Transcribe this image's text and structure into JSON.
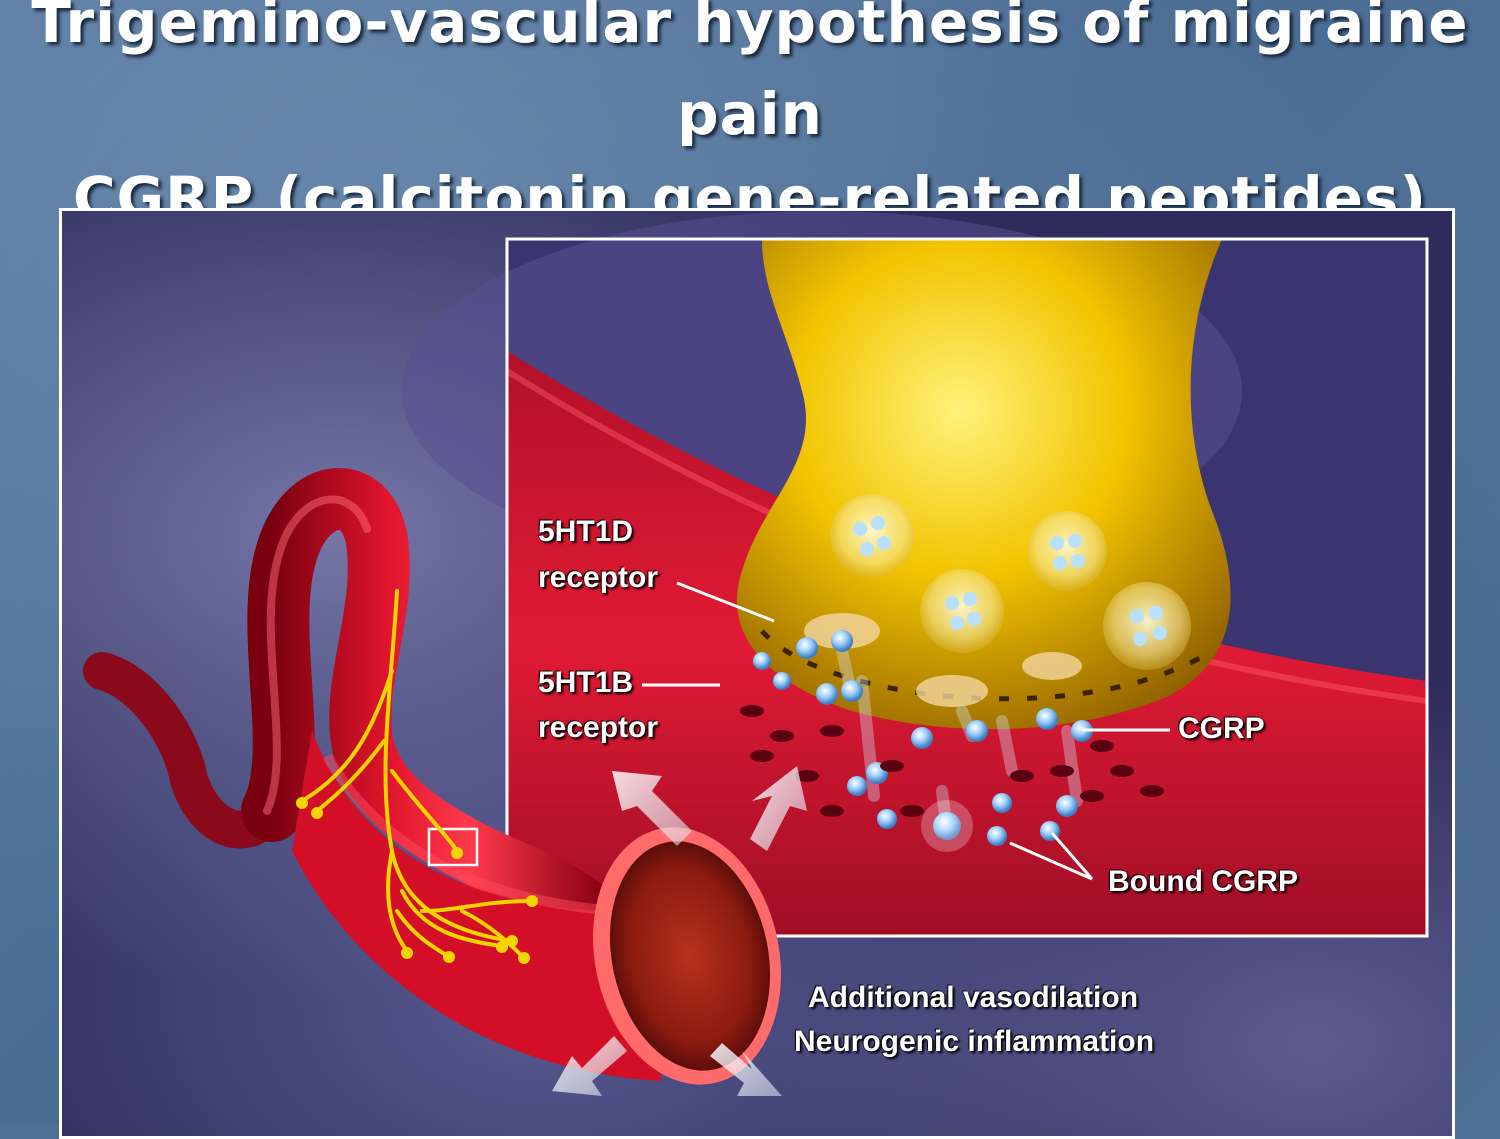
{
  "slide": {
    "title_line_1": "Trigemino-vascular hypothesis of migraine",
    "title_line_2": "pain",
    "title_line_3": "CGRP (calcitonin gene-related peptides)"
  },
  "figure": {
    "labels": {
      "receptor_5ht1d_name": "5HT1D",
      "receptor_5ht1d_word": "receptor",
      "receptor_5ht1b_name": "5HT1B",
      "receptor_5ht1b_word": "receptor",
      "cgrp": "CGRP",
      "bound_cgrp": "Bound CGRP",
      "effect_1": "Additional vasodilation",
      "effect_2": "Neurogenic inflammation"
    },
    "colors": {
      "vessel_red": "#d8102a",
      "nerve_yellow": "#f2c400",
      "background_purple": "#2d2c5c",
      "molecule_blue": "#9fd0ff"
    }
  }
}
